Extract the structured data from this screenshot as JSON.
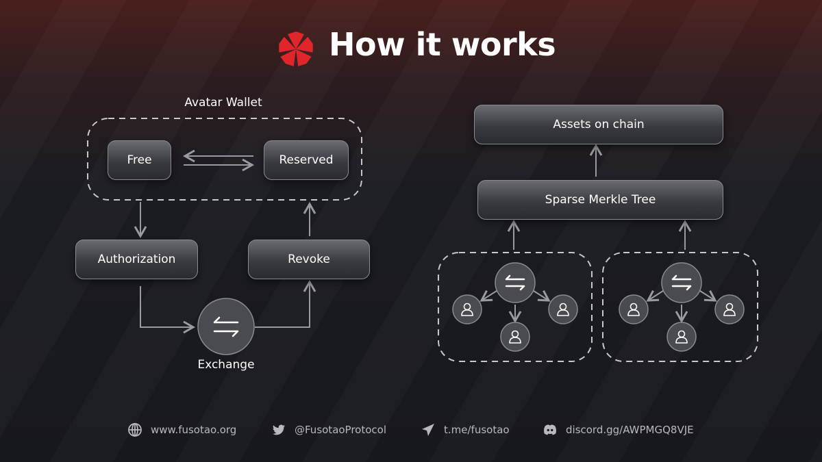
{
  "header": {
    "title": "How it works",
    "logo": "fusotao-logo"
  },
  "left": {
    "wallet_label": "Avatar Wallet",
    "free": "Free",
    "reserved": "Reserved",
    "authorization": "Authorization",
    "revoke": "Revoke",
    "exchange": "Exchange"
  },
  "right": {
    "assets": "Assets on chain",
    "tree": "Sparse Merkle Tree"
  },
  "footer": [
    {
      "icon": "globe-icon",
      "text": "www.fusotao.org"
    },
    {
      "icon": "twitter-icon",
      "text": "@FusotaoProtocol"
    },
    {
      "icon": "telegram-icon",
      "text": "t.me/fusotao"
    },
    {
      "icon": "discord-icon",
      "text": "discord.gg/AWPMGQ8VJE"
    }
  ]
}
